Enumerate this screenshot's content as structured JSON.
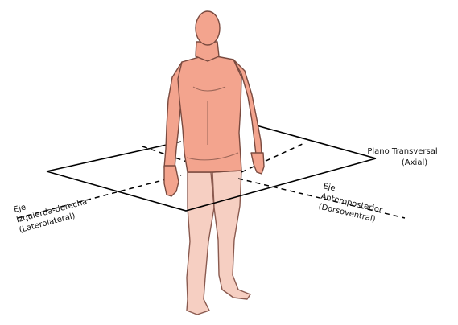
{
  "diagram": {
    "plane_label": {
      "line1": "Plano Transversal",
      "line2": "(Axial)"
    },
    "lr_axis_label": {
      "line1": "Eje",
      "line2": "Izquierda-derecha",
      "line3": "(Laterolateral)"
    },
    "ap_axis_label": {
      "line1": "Eje",
      "line2": "Anteroposterior",
      "line3": "(Dorsoventral)"
    }
  },
  "colors": {
    "skin": "#f3a48e",
    "skin_light": "#f6cfc2",
    "outline": "#7a4a3f",
    "plane_line": "#000000"
  }
}
